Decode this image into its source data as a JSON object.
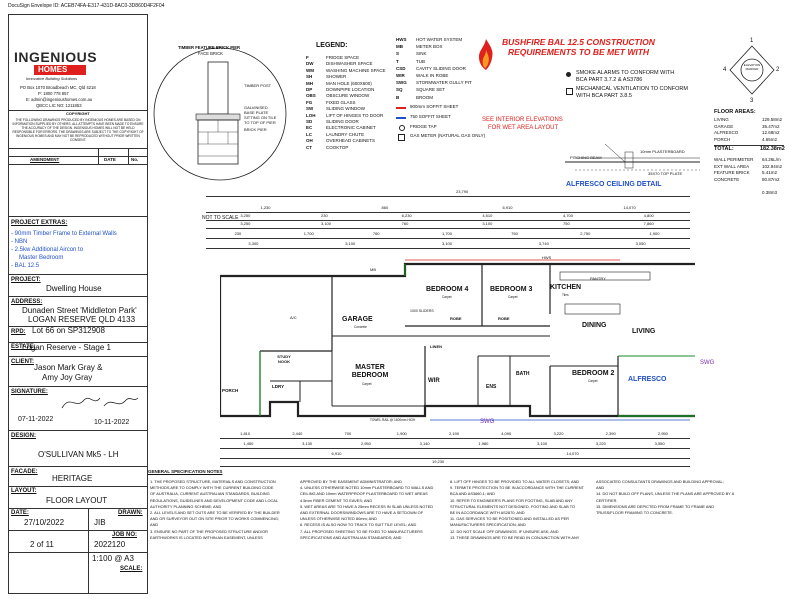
{
  "docusign_envelope": "DocuSign Envelope ID: ACEB74FA-E317-431D-8AC0-3D860D4F2F04",
  "company": {
    "name_line1": "INGENIOUS",
    "name_line2": "HOMES",
    "tagline": "Innovative Building Solutions",
    "address": "PO Box 1070 Broadbeach MC, Qld 4218",
    "phone": "P: 1800 778 857",
    "email": "E: admin@ingenioushomes.com.au",
    "qbcc": "QBCC LIC NO: 1211853"
  },
  "copyright_heading": "COPYRIGHT",
  "copyright_text": "THE FOLLOWING DRAWINGS PRODUCED BY INGENIOUS HOMES ARE BASED ON INFORMATION SUPPLIED BY OTHERS. ALL ATTEMPTS HAVE BEEN MADE TO ENSURE THE ACCURACY OF THE DESIGN. INGENIOUS HOMES WILL NOT BE HELD RESPONSIBLE FOR ERRORS. THE DRAWINGS ARE SUBJECT TO THE COPYRIGHT OF INGENIOUS HOMES AND MAY NOT BE REPRODUCED WITHOUT PRIOR WRITTEN CONSENT.",
  "amendment": {
    "col1": "AMENDMENT",
    "col2": "DATE",
    "col3": "No."
  },
  "project_extras": {
    "label": "PROJECT EXTRAS:",
    "items": [
      "- 90mm Timber Frame to External Walls",
      "- NBN",
      "- 2.5kw Additional Aircon to",
      "  Master Bedroom",
      "- BAL 12.5"
    ]
  },
  "fields": {
    "project_label": "PROJECT:",
    "project": "Dwelling House",
    "address_label": "ADDRESS:",
    "address_line1": "Dunaden Street 'Middleton Park'",
    "address_line2": "LOGAN RESERVE QLD 4133",
    "rpd_label": "RPD:",
    "rpd": "Lot 66 on SP312908",
    "estate_label": "ESTATE:",
    "estate": "Logan Reserve - Stage 1",
    "client_label": "CLIENT:",
    "client_line1": "Jason Mark Gray &",
    "client_line2": "Amy Joy Gray",
    "signature_label": "SIGNATURE:",
    "signature_date1": "07-11-2022",
    "signature_date2": "10-11-2022",
    "design_label": "DESIGN:",
    "design": "O'SULLIVAN Mk5 - LH",
    "facade_label": "FACADE:",
    "facade": "HERITAGE",
    "layout_label": "LAYOUT:",
    "layout": "FLOOR LAYOUT",
    "date_label": "DATE:",
    "date": "27/10/2022",
    "drawn_label": "DRAWN:",
    "drawn": "JIB",
    "page": "2 of 11",
    "job_no_label": "JOB NO:",
    "job_no": "2022120",
    "scale_label": "SCALE:",
    "scale": "1:100 @ A3"
  },
  "timber_detail": {
    "title_line1": "TIMBER FEATURE BRICK PIER",
    "title_line2": "FACE BRICK",
    "labels": [
      "TIMBER POST",
      "GALVINISED",
      "BASE PLATE",
      "SITTING ON TILE",
      "TO TOP OF PIER",
      "BRICK PIER"
    ],
    "footer": "NOT TO SCALE"
  },
  "legend": {
    "title": "LEGEND:",
    "col1": [
      [
        "F",
        "FRIDGE SPACE"
      ],
      [
        "DW",
        "DISHWASHER SPACE"
      ],
      [
        "WM",
        "WASHING MACHINE SPACE"
      ],
      [
        "SH",
        "SHOWER"
      ],
      [
        "MH",
        "MAN HOLE (600X600)"
      ],
      [
        "DP",
        "DOWNPIPE LOCATION"
      ],
      [
        "OBS",
        "OBSCURE WINDOW"
      ],
      [
        "FG",
        "FIXED GLASS"
      ],
      [
        "SW",
        "SLIDING WINDOW"
      ],
      [
        "LOH",
        "LIFT OF HINGES TO DOOR"
      ],
      [
        "SD",
        "SLIDING DOOR"
      ],
      [
        "EC",
        "ELECTRONIC CABINET"
      ],
      [
        "LC",
        "LAUNDRY CHUTE"
      ],
      [
        "OH",
        "OVERHEAD CABINETS"
      ],
      [
        "CT",
        "COOKTOP"
      ]
    ],
    "col2": [
      [
        "HWS",
        "HOT WATER SYSTEM"
      ],
      [
        "MB",
        "METER BOX"
      ],
      [
        "S",
        "SINK"
      ],
      [
        "T",
        "TUB"
      ],
      [
        "CSD",
        "CAVITY SLIDING DOOR"
      ],
      [
        "WIR",
        "WALK IN ROBE"
      ],
      [
        "SWG",
        "STORMWATER GULLY PIT"
      ],
      [
        "SQ",
        "SQUARE SET"
      ],
      [
        "B",
        "BROOM"
      ]
    ],
    "lines": [
      "900mm SOFFIT SHEET",
      "750 SOFFIT SHEET",
      "FRIDGE TAP",
      "GAS METER (NATURAL GAS ONLY)"
    ]
  },
  "bal": {
    "title_line1": "BUSHFIRE BAL 12.5 CONSTRUCTION",
    "title_line2": "REQUIREMENTS TO BE MET WITH",
    "see_line1": "SEE INTERIOR ELEVATIONS",
    "see_line2": "FOR WET AREA LAYOUT",
    "notes": [
      "SMOKE ALARMS TO CONFORM WITH",
      "BCA PART 3.7.2 & AS3786",
      "MECHANICAL VENTILATION TO CONFORM",
      "WITH BCA PART 3.8.5"
    ]
  },
  "elevation_marker": {
    "num1": "1",
    "num2": "2",
    "num3": "3",
    "num4": "4",
    "label": "ELEVATION MARKER"
  },
  "floor_areas": {
    "title": "FLOOR AREAS:",
    "rows": [
      [
        "LIVING",
        "129.58m2"
      ],
      [
        "GARAGE",
        "35.47m2"
      ],
      [
        "ALFRESCO",
        "12.68m2"
      ],
      [
        "PORCH",
        "4.65m2"
      ]
    ],
    "total_label": "TOTAL:",
    "total": "182.38m2",
    "rows2": [
      [
        "WALL PERIMETER",
        "64.26L/m"
      ],
      [
        "EXT WALL AREA",
        "102.94m2"
      ],
      [
        "FEATURE BRICK",
        "5.41m2"
      ],
      [
        "CONCRETE",
        "80.87m2"
      ]
    ],
    "extra": "0.38m3"
  },
  "ceiling_detail": {
    "title": "ALFRESCO CEILING DETAIL",
    "labels": [
      "10mm PLASTERBOARD",
      "PITCHING BEAM",
      "35X70 TOP PLATE"
    ]
  },
  "dims_top": {
    "overall": "23,790",
    "row1": [
      "1,230",
      "860",
      "6,910",
      "14,070"
    ],
    "row2": [
      "3,250",
      "230",
      "6,230",
      "4,510",
      "4,700",
      "4,800"
    ],
    "row3": [
      "3,250",
      "3,100",
      "760",
      "3,100",
      "750",
      "7,860"
    ],
    "row4": [
      "230",
      "1,700",
      "760",
      "1,700",
      "750",
      "2,750",
      "1,900"
    ],
    "row5": [
      "3,300",
      "3,100",
      "3,100",
      "3,740",
      "3,050"
    ]
  },
  "dims_bottom": {
    "row1": [
      "1,810",
      "2,440",
      "700",
      "1,900",
      "2,190",
      "4,090",
      "3,220",
      "2,390",
      "2,950"
    ],
    "row2": [
      "1,450",
      "3,130",
      "2,950",
      "3,140",
      "1,980",
      "3,100",
      "3,220",
      "3,550"
    ],
    "row3": [
      "6,910",
      "14,070"
    ],
    "overall": "19,230"
  },
  "rooms": {
    "garage": "GARAGE",
    "bed4": "BEDROOM 4",
    "bed3": "BEDROOM 3",
    "kitchen": "KITCHEN",
    "living": "LIVING",
    "dining": "DINING",
    "master": "MASTER BEDROOM",
    "bed2": "BEDROOM 2",
    "alfresco": "ALFRESCO",
    "wir": "WIR",
    "bath": "BATH",
    "ens": "ENS",
    "ldry": "LDRY",
    "robe": "ROBE",
    "linen": "LINEN",
    "study": "STUDY NOOK",
    "porch": "PORCH",
    "carpet": "Carpet",
    "tiles": "Tiles",
    "concrete": "Concrete"
  },
  "plan_labels": {
    "swg": "SWG",
    "ac": "A/C",
    "hws": "HWS",
    "mb": "MB",
    "towel": "TOWEL RAIL @ 1600mm HIGH",
    "header1": "1000 SLIDERS",
    "header2": "PANTRY"
  },
  "spec_notes": {
    "title": "GENERAL SPECIFICATION NOTES",
    "col1": [
      "1. THE PROPOSED STRUCTURE, MATERIALS AND CONSTRUCTION",
      "METHODS ARE TO COMPLY WITH THE CURRENT BUILDING CODE",
      "OF AUSTRALIA, CURRENT AUSTRALIAN STANDARDS, BUILDING",
      "REGULATIONS, GUIDELINES AND DEVELOPMENT CODE AND LOCAL",
      "AUTHORITY PLANNING SCHEME; AND",
      "2. ALL LEVELS AND SET OUTS ARE TO BE VERIFIED BY THE BUILDER",
      "AND OR SURVEYOR OUT ON SITE PRIOR TO WORKS COMMENCING;",
      "AND",
      "3. ENSURE NO PART OF THE PROPOSED STRUCTURE AND/OR",
      "EARTHWORKS IS LOCATED WITHIN AN EASEMENT, UNLESS"
    ],
    "col2": [
      "APPROVED BY THE EASEMENT ADMINISTRATOR; AND",
      "4. UNLESS OTHERWISE NOTED 10mm PLASTERBOARD TO WALLS AND",
      "CEILING AND 10mm WATERPROOF PLASTERBOARD TO WET AREAS",
      "4.5mm FIBER CEMENT TO EAVES; AND",
      "5. WET AREAS ARE TO HAVE A 25mm RECESS IN SLAB UNLESS NOTED",
      "AND EXTERNAL DOORS/WINDOWS ARE TO HAVE A SETDOWN OF",
      "UNLESS OTHERWISE NOTED 80mm; AND",
      "6. RECESS IS ALSO NOW TO TRACK TO SUIT TILE LEVEL; AND",
      "7. ALL PROPOSED SHEETING TO BE FIXED TO MANUFACTURERS",
      "SPECIFICATIONS AND AUSTRALIAN STANDARDS; AND"
    ],
    "col3": [
      "8. LIFT OFF HINGES TO BE PROVIDED TO ALL WATER CLOSETS; AND",
      "9. TERMITE PROTECTION TO BE IN ACCORDANCE WITH THE CURRENT",
      "BCA AND AS3660.1; AND",
      "10. REFER TO ENGINEER'S PLANS FOR FOOTING, SLAB AND ANY",
      "STRUCTURAL ELEMENTS NOT DESIGNED. FOOTING AND SLAB TO",
      "BE IN ACCORDANCE WITH AS2870; AND",
      "11. GAS SERVICES TO BE POSITIONED AND INSTALLED AS PER",
      "MANUFACTURERS SPECIFICATION; AND",
      "12. DO NOT SCALE OFF DRAWINGS. IF UNSURE ASK; AND",
      "13. THESE DRAWINGS ARE TO BE READ IN CONJUNCTION WITH ANY"
    ],
    "col4": [
      "ASSOCIATED CONSULTANTS DRAWINGS AND BUILDING APPROVAL;",
      "AND",
      "14. DO NOT BUILD OFF PLANS, UNLESS THE PLANS ARE APPROVED BY A",
      "CERTIFIER.",
      "15. DIMENSIONS ARE DEPICTED FROM FRAME TO FRAME AND",
      "TRUSS/FLOOR FRAMING TO CONCRETE."
    ]
  },
  "colors": {
    "red": "#e0201c",
    "green": "#1b8a2a",
    "purple": "#7a2bb0",
    "blue": "#2050c8",
    "line": "#222222"
  }
}
